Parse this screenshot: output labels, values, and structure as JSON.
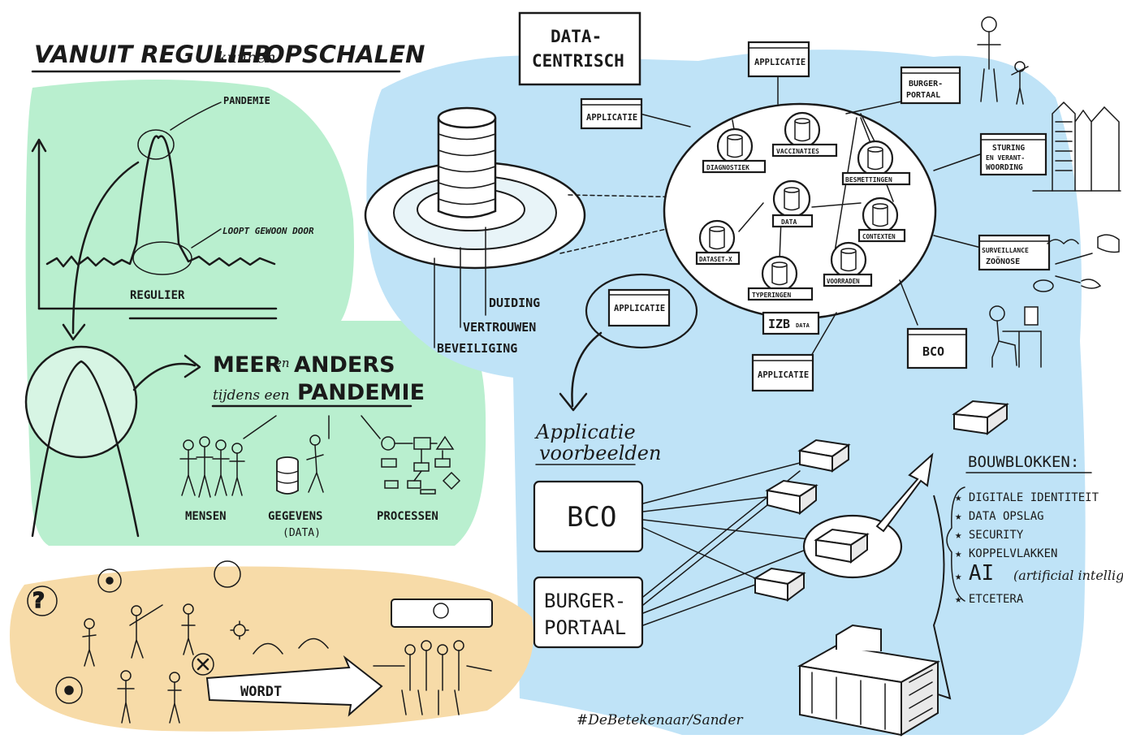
{
  "colors": {
    "green": "#b9efcf",
    "blue": "#bfe3f7",
    "sand": "#f7dba8",
    "ink": "#1a1a1a",
    "paper": "#ffffff"
  },
  "left": {
    "title_part1": "VANUIT REGULIER",
    "title_part2": "kunnen",
    "title_part3": "OPSCHALEN",
    "label_pandemie": "PANDEMIE",
    "label_loopt": "LOOPT GEWOON DOOR",
    "label_regulier": "REGULIER",
    "meer": "MEER",
    "en": "en",
    "anders": "ANDERS",
    "tijdens_een": "tijdens een",
    "pandemie2": "PANDEMIE",
    "mensen": "MENSEN",
    "gegevens": "GEGEVENS",
    "data_paren": "(DATA)",
    "processen": "PROCESSEN",
    "wordt": "WORDT"
  },
  "center": {
    "data_centrisch_1": "DATA-",
    "data_centrisch_2": "CENTRISCH",
    "duiding": "DUIDING",
    "vertrouwen": "VERTROUWEN",
    "beveiliging": "BEVEILIGING",
    "applicatie_bubble": "APPLICATIE",
    "voorbeelden_1": "Applicatie",
    "voorbeelden_2": "voorbeelden",
    "bco_big": "BCO",
    "burger_big_1": "BURGER-",
    "burger_big_2": "PORTAAL",
    "signature": "#DeBetekenaar/Sander"
  },
  "hub": {
    "app_top": "APPLICATIE",
    "app_left": "APPLICATIE",
    "app_bottom": "APPLICATIE",
    "diagnostiek": "DIAGNOSTIEK",
    "vaccinaties": "VACCINATIES",
    "besmettingen": "BESMETTINGEN",
    "data": "DATA",
    "contexten": "CONTEXTEN",
    "dataset_x": "DATASET-X",
    "typeringen": "TYPERINGEN",
    "voorraden": "VOORRADEN",
    "izb": "IZB",
    "izb_data": "DATA"
  },
  "right": {
    "burger_1": "BURGER-",
    "burger_2": "PORTAAL",
    "sturing_1": "STURING",
    "sturing_2": "EN VERANT-",
    "sturing_3": "WOORDING",
    "surv_1": "SURVEILLANCE",
    "surv_2": "ZOÖNOSE",
    "bco": "BCO",
    "bouwblokken": "BOUWBLOKKEN:",
    "bb_items": [
      "DIGITALE IDENTITEIT",
      "DATA OPSLAG",
      "SECURITY",
      "KOPPELVLAKKEN",
      "AI",
      "ETCETERA"
    ],
    "ai_note": "(artificial intellig"
  }
}
